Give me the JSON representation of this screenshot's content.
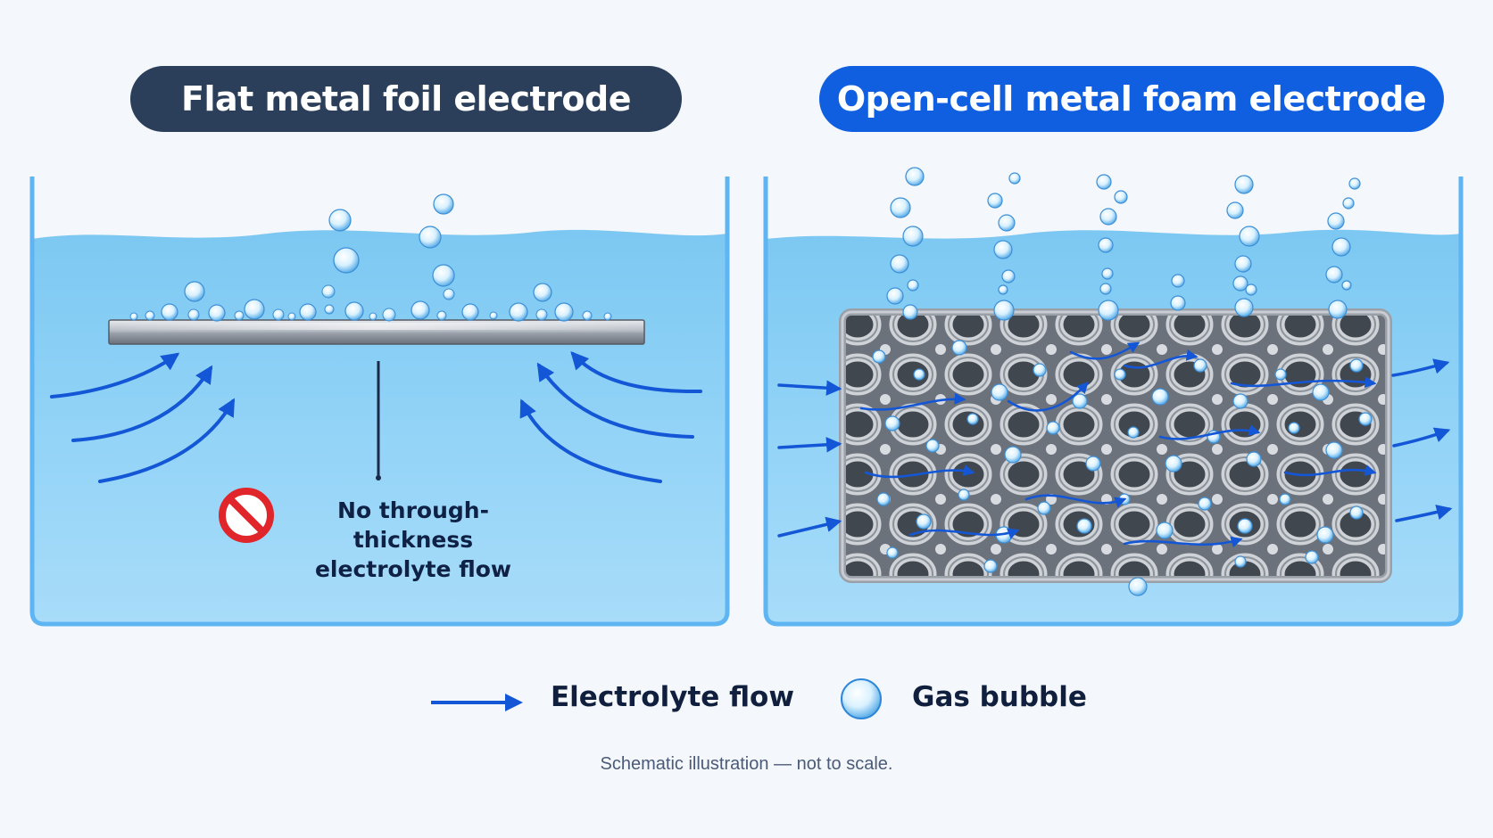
{
  "titles": {
    "left": "Flat metal foil electrode",
    "right": "Open-cell metal foam electrode"
  },
  "annotation": {
    "no_flow_line1": "No through-thickness",
    "no_flow_line2": "electrolyte flow"
  },
  "legend": {
    "flow_label": "Electrolyte flow",
    "bubble_label": "Gas bubble"
  },
  "caption": "Schematic illustration — not to scale.",
  "colors": {
    "left_title_bg": "#2c3f5a",
    "right_title_bg": "#0f5fe0",
    "electrolyte": "#8fd0f5",
    "flow_arrow": "#1457d6",
    "prohibited": "#e0252b",
    "metal": "#b8bcc4"
  },
  "icons": [
    "prohibited-icon",
    "flow-arrow-icon",
    "gas-bubble-icon"
  ]
}
